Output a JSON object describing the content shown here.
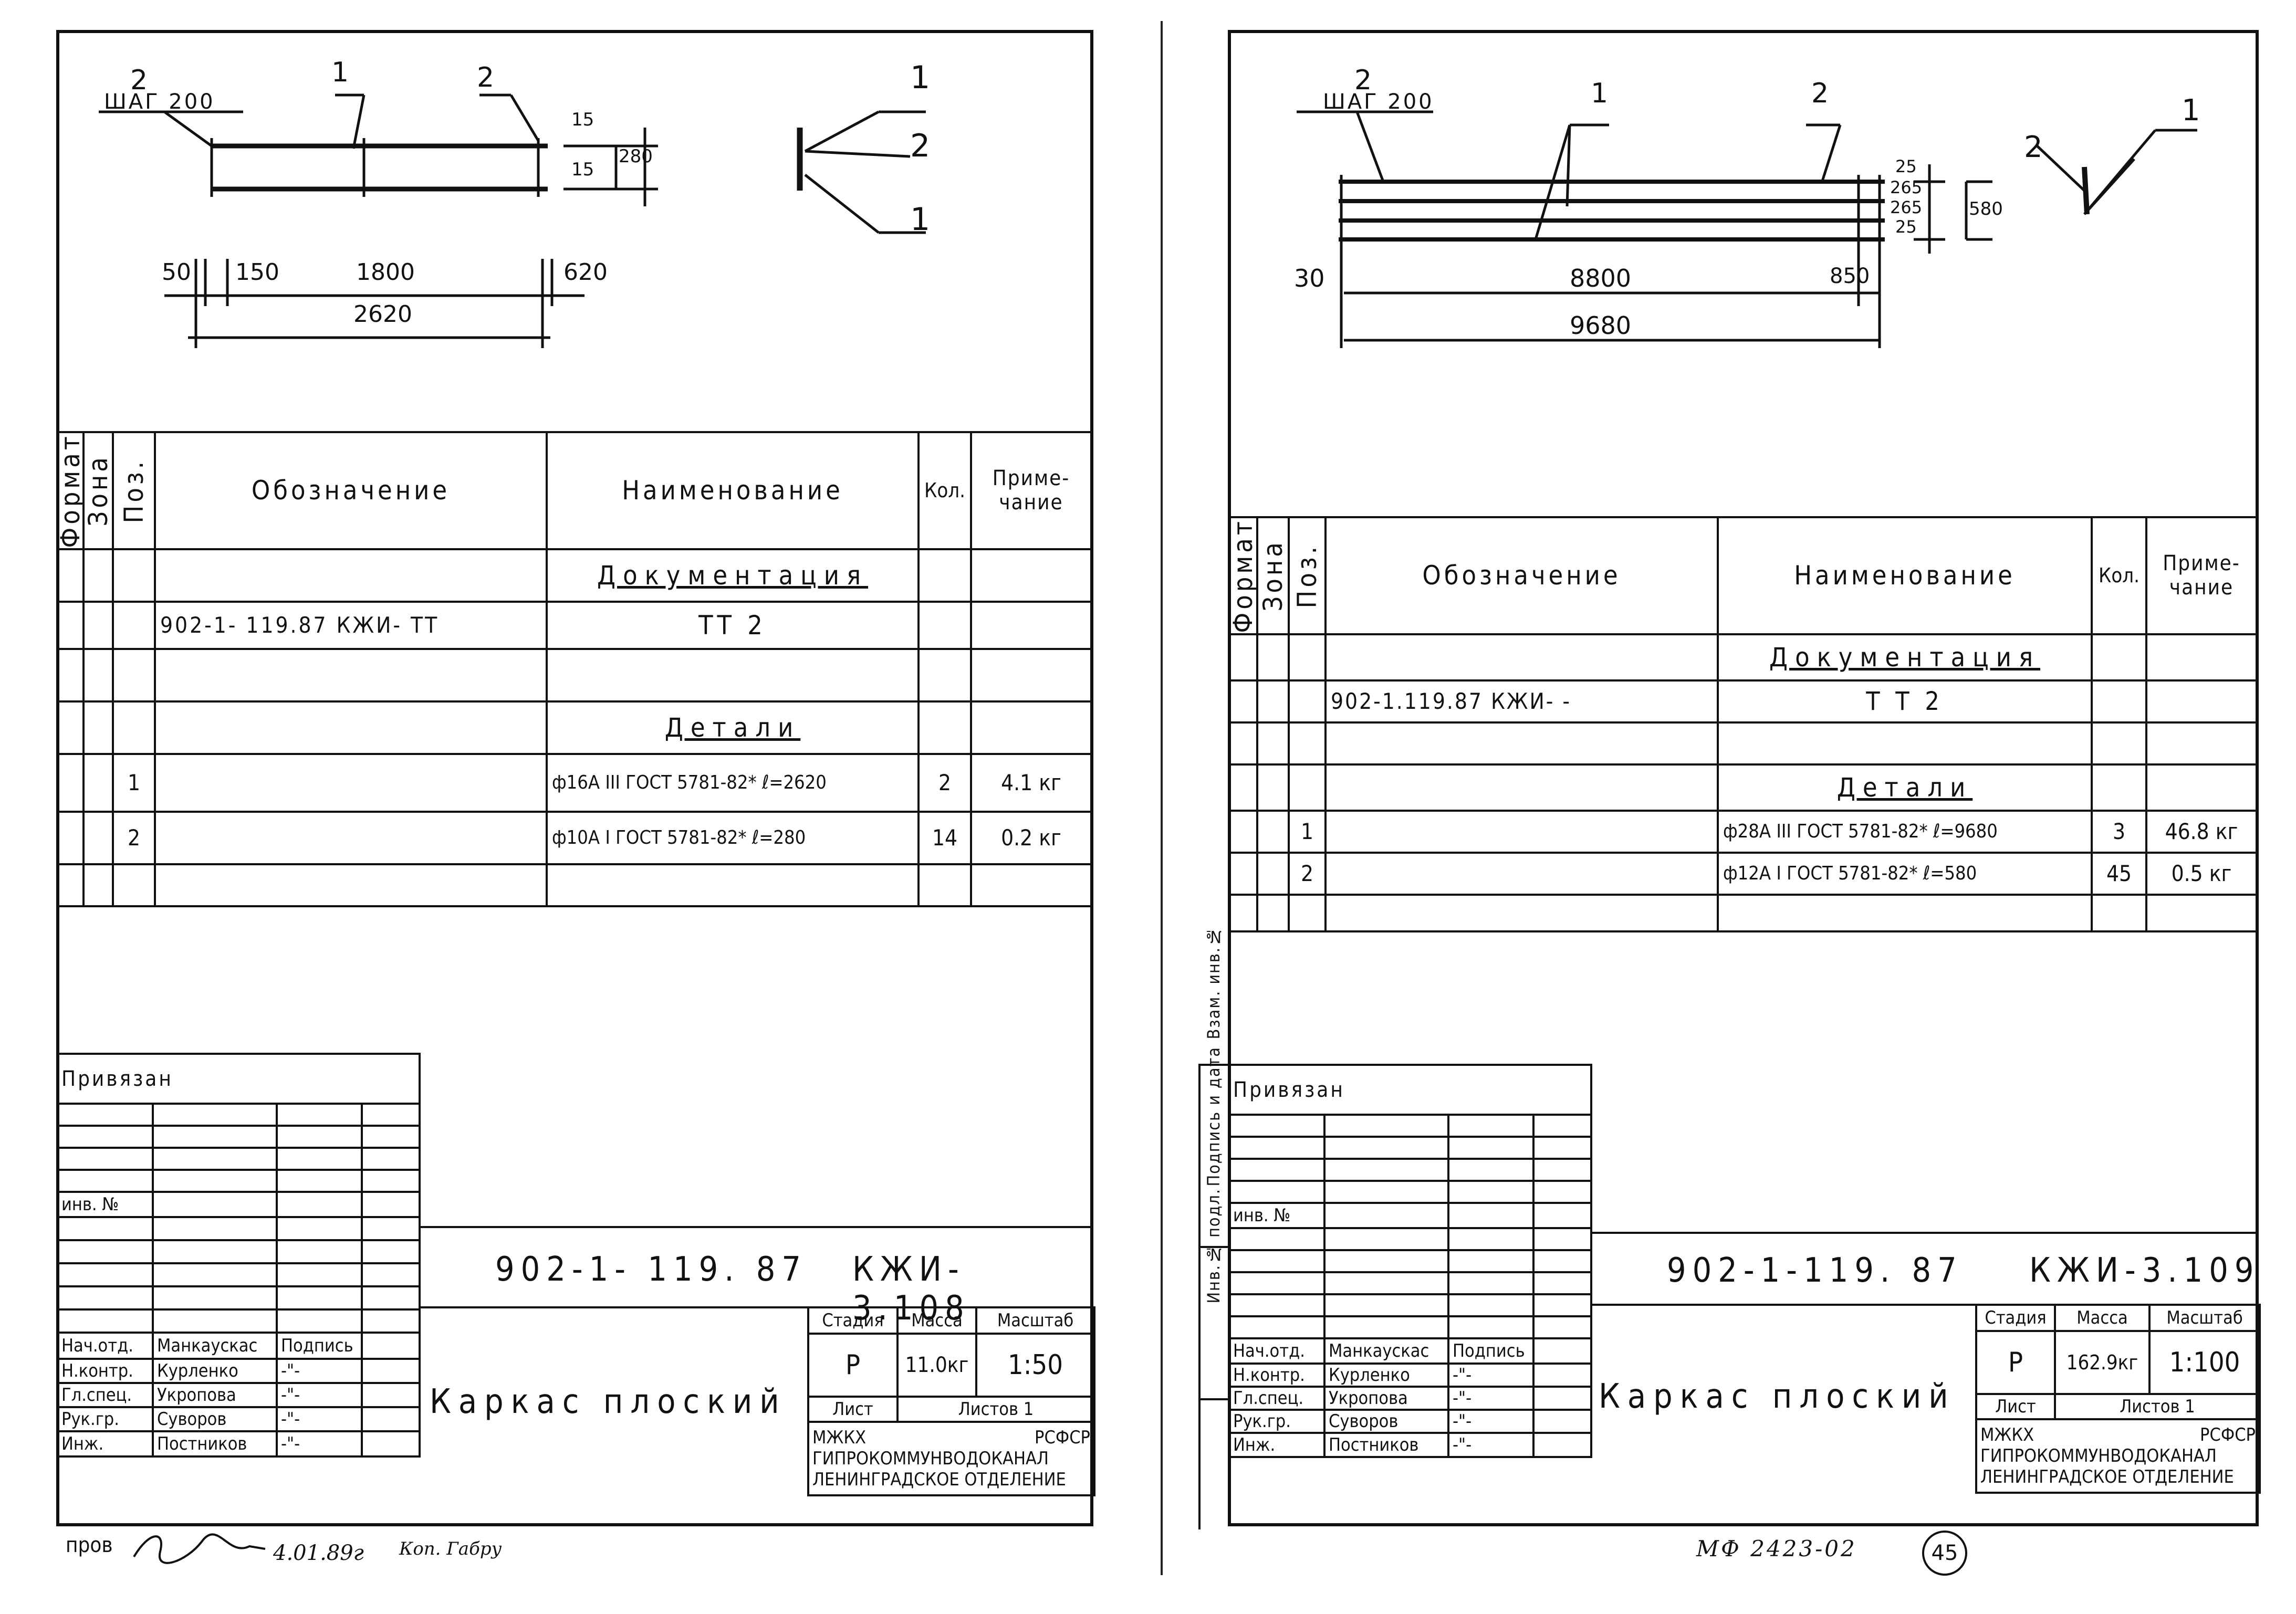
{
  "left": {
    "drawing": {
      "callout_pos2_top": "2",
      "callout_step": "ШАГ 200",
      "callout_pos1": "1",
      "callout_pos2_right": "2",
      "dim_15_a": "15",
      "dim_15_b": "15",
      "dim_280": "280",
      "dim_50": "50",
      "dim_150": "150",
      "dim_1800": "1800",
      "dim_620": "620",
      "dim_2620": "2620",
      "section_1_top": "1",
      "section_2": "2",
      "section_1_bottom": "1"
    },
    "spec": {
      "headers": {
        "format": "Формат",
        "zone": "Зона",
        "pos": "Поз.",
        "designation": "Обозначение",
        "name": "Наименование",
        "qty": "Кол.",
        "note": "Приме-чание"
      },
      "section_docs": "Документация",
      "doc_designation": "902-1- 119.87  КЖИ- ТТ",
      "doc_name": "ТТ 2",
      "section_parts": "Детали",
      "rows": [
        {
          "pos": "1",
          "name": "ф16А III ГОСТ 5781-82* ℓ=2620",
          "qty": "2",
          "note": "4.1 кг"
        },
        {
          "pos": "2",
          "name": "ф10А I ГОСТ 5781-82* ℓ=280",
          "qty": "14",
          "note": "0.2 кг"
        }
      ]
    },
    "stamp": {
      "privyazan": "Привязан",
      "inv_no": "инв. №",
      "code": "902-1- 119. 87",
      "sheet_code": "КЖИ- 3.108",
      "title": "Каркас плоский",
      "stage_h": "Стадия",
      "mass_h": "Масса",
      "scale_h": "Масштаб",
      "stage": "Р",
      "mass": "11.0кг",
      "scale": "1:50",
      "list_h": "Лист",
      "lists_h": "Листов 1",
      "org1": "МЖКХ",
      "org1b": "РСФСР",
      "org2": "ГИПРОКОММУНВОДОКАНАЛ",
      "org3": "ЛЕНИНГРАДСКОЕ ОТДЕЛЕНИЕ",
      "people": [
        {
          "role": "Нач.отд.",
          "name": "Манкаускас",
          "sign": "Подпись"
        },
        {
          "role": "Н.контр.",
          "name": "Курленко",
          "sign": "-\"-"
        },
        {
          "role": "Гл.спец.",
          "name": "Укропова",
          "sign": "-\"-"
        },
        {
          "role": "Рук.гр.",
          "name": "Суворов",
          "sign": "-\"-"
        },
        {
          "role": "Инж.",
          "name": "Постников",
          "sign": "-\"-"
        }
      ]
    },
    "footer": {
      "prov": "пров",
      "date": "4.01.89г",
      "kop": "Коп. Габру"
    }
  },
  "right": {
    "drawing": {
      "callout_pos2": "2",
      "callout_step": "ШАГ 200",
      "callout_pos1": "1",
      "callout_pos2_right": "2",
      "dim_25_a": "25",
      "dim_265_a": "265",
      "dim_265_b": "265",
      "dim_25_b": "25",
      "dim_580": "580",
      "dim_30": "30",
      "dim_8800": "8800",
      "dim_850": "850",
      "dim_9680": "9680",
      "section_2": "2",
      "section_1": "1"
    },
    "spec": {
      "headers": {
        "format": "Формат",
        "zone": "Зона",
        "pos": "Поз.",
        "designation": "Обозначение",
        "name": "Наименование",
        "qty": "Кол.",
        "note": "Приме-чание"
      },
      "section_docs": "Документация",
      "doc_designation": "902-1.119.87      КЖИ- -",
      "doc_name": "Т Т 2",
      "section_parts": "Детали",
      "rows": [
        {
          "pos": "1",
          "name": "ф28А III ГОСТ 5781-82* ℓ=9680",
          "qty": "3",
          "note": "46.8 кг"
        },
        {
          "pos": "2",
          "name": "ф12А I ГОСТ 5781-82* ℓ=580",
          "qty": "45",
          "note": "0.5 кг"
        }
      ]
    },
    "stamp": {
      "privyazan": "Привязан",
      "inv_no": "инв. №",
      "code": "902-1-119. 87",
      "sheet_code": "КЖИ-3.109",
      "title": "Каркас плоский",
      "stage_h": "Стадия",
      "mass_h": "Масса",
      "scale_h": "Масштаб",
      "stage": "Р",
      "mass": "162.9кг",
      "scale": "1:100",
      "list_h": "Лист",
      "lists_h": "Листов 1",
      "org1": "МЖКХ",
      "org1b": "РСФСР",
      "org2": "ГИПРОКОММУНВОДОКАНАЛ",
      "org3": "ЛЕНИНГРАДСКОЕ ОТДЕЛЕНИЕ",
      "people": [
        {
          "role": "Нач.отд.",
          "name": "Манкаускас",
          "sign": "Подпись"
        },
        {
          "role": "Н.контр.",
          "name": "Курленко",
          "sign": "-\"-"
        },
        {
          "role": "Гл.спец.",
          "name": "Укропова",
          "sign": "-\"-"
        },
        {
          "role": "Рук.гр.",
          "name": "Суворов",
          "sign": "-\"-"
        },
        {
          "role": "Инж.",
          "name": "Постников",
          "sign": "-\"-"
        }
      ],
      "side_labels": [
        "Инв.№ подл.",
        "Подпись и дата",
        "Взам. инв.№"
      ]
    },
    "footer": {
      "number": "МФ 2423-02",
      "page": "45"
    }
  }
}
